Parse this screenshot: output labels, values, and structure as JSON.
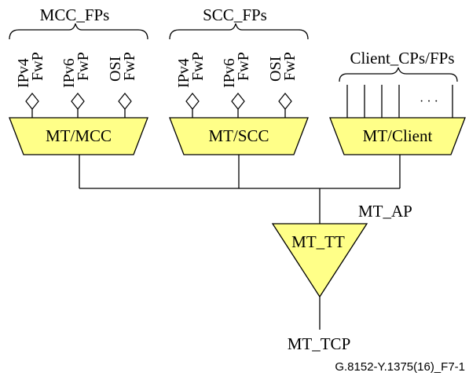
{
  "groups": {
    "mcc": {
      "label": "MCC_FPs"
    },
    "scc": {
      "label": "SCC_FPs"
    },
    "client": {
      "label": "Client_CPs/FPs"
    }
  },
  "ports": {
    "mcc": [
      {
        "proto": "IPv4",
        "fwp": "FwP"
      },
      {
        "proto": "IPv6",
        "fwp": "FwP"
      },
      {
        "proto": "OSI",
        "fwp": "FwP"
      }
    ],
    "scc": [
      {
        "proto": "IPv4",
        "fwp": "FwP"
      },
      {
        "proto": "IPv6",
        "fwp": "FwP"
      },
      {
        "proto": "OSI",
        "fwp": "FwP"
      }
    ],
    "client_ellipsis": "· · ·"
  },
  "blocks": {
    "mt_mcc": "MT/MCC",
    "mt_scc": "MT/SCC",
    "mt_client": "MT/Client",
    "mt_tt": "MT_TT"
  },
  "points": {
    "ap": "MT_AP",
    "tcp": "MT_TCP"
  },
  "figure_id": "G.8152-Y.1375(16)_F7-1"
}
